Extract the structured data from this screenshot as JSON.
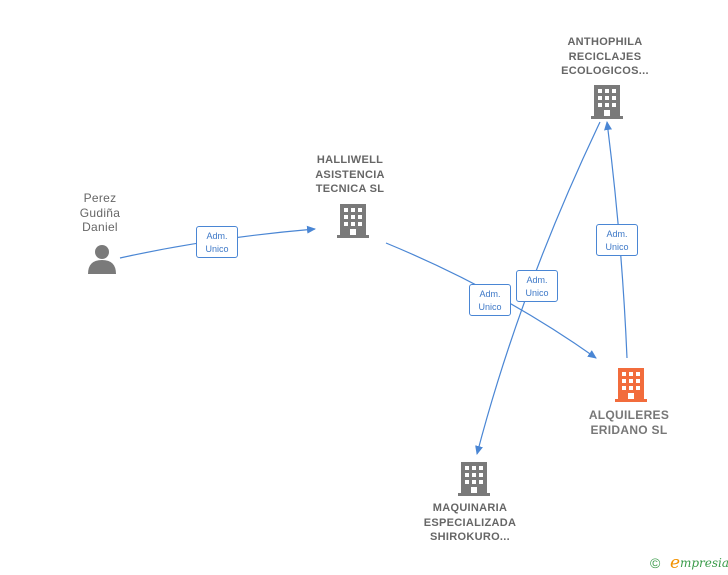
{
  "nodes": {
    "person": {
      "label": "Perez\nGudiña\nDaniel"
    },
    "halliwell": {
      "label": "HALLIWELL\nASISTENCIA\nTECNICA  SL"
    },
    "anthophila": {
      "label": "ANTHOPHILA\nRECICLAJES\nECOLOGICOS..."
    },
    "alquileres": {
      "label": "ALQUILERES\nERIDANO  SL"
    },
    "maquinaria": {
      "label": "MAQUINARIA\nESPECIALIZADA\nSHIROKURO..."
    }
  },
  "edges": {
    "person_halliwell": {
      "label": "Adm.\nUnico"
    },
    "halliwell_alquileres": {
      "label": "Adm.\nUnico"
    },
    "anthophila_maquinaria": {
      "label": "Adm.\nUnico"
    },
    "alquileres_anthophila": {
      "label": "Adm.\nUnico"
    }
  },
  "colors": {
    "edge": "#4a86d4",
    "company_icon": "#7a7a7a",
    "focus_icon": "#f26c3c",
    "person_icon": "#7a7a7a"
  },
  "footer": {
    "copyright": "©",
    "brand_initial": "e",
    "brand_rest": "mpresia"
  }
}
